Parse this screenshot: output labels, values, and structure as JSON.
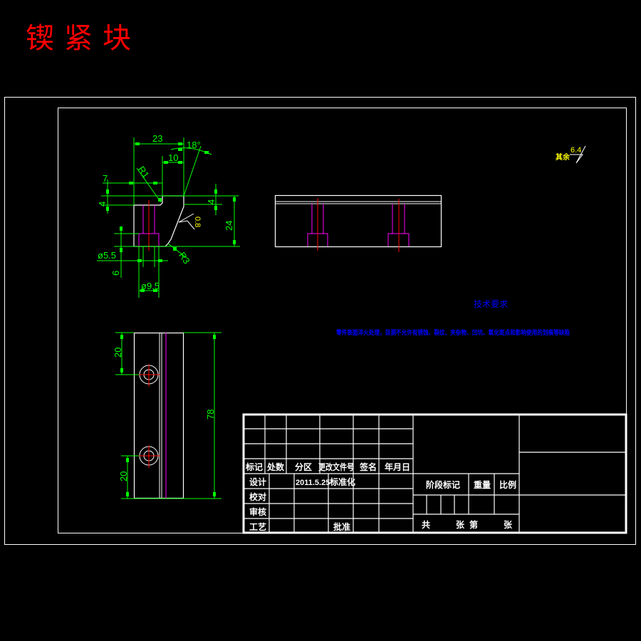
{
  "drawing": {
    "title": "锲紧块",
    "title_color": "#ff0000"
  },
  "colors": {
    "background": "#000000",
    "outline": "#ffffff",
    "dimension": "#00ff00",
    "hidden_line": "#ff00ff",
    "center_line": "#ff0000",
    "notes": "#0000ff",
    "roughness": "#ffff00"
  },
  "front_view": {
    "dimensions": {
      "width_total": "23",
      "width_top": "10",
      "angle": "18°",
      "radius_top": "R1",
      "offset_left": "7",
      "height_left": "4",
      "height_right": "4",
      "height_body": "24",
      "radius_bottom": "R3",
      "hole_small": "ø5.5",
      "counterbore_depth": "6",
      "hole_large": "ø9.5"
    },
    "roughness_value": "0.8"
  },
  "top_view": {
    "dimensions": {
      "hole_top_offset": "20",
      "hole_bottom_offset": "20",
      "length_total": "78"
    }
  },
  "roughness_note": {
    "label": "其余",
    "value": "6.4"
  },
  "technical_requirements": {
    "heading": "技术要求",
    "text": "零件表面淬火处理，目测不允许有锈蚀、裂纹、夹杂物、凹坑、氧化斑点和影响使用的划痕等缺陷"
  },
  "title_block": {
    "header_row": [
      "标记",
      "处数",
      "分区",
      "更改文件号",
      "签名",
      "年月日"
    ],
    "rows": [
      {
        "label": "设计",
        "date": "2011.5.25",
        "standard": "标准化"
      },
      {
        "label": "校对"
      },
      {
        "label": "审核"
      },
      {
        "label": "工艺",
        "approve": "批准"
      }
    ],
    "stage_mark": "阶段标记",
    "weight": "重量",
    "scale": "比例",
    "total_sheets": "共",
    "sheets_unit_1": "张",
    "sheet_no": "第",
    "sheets_unit_2": "张"
  }
}
